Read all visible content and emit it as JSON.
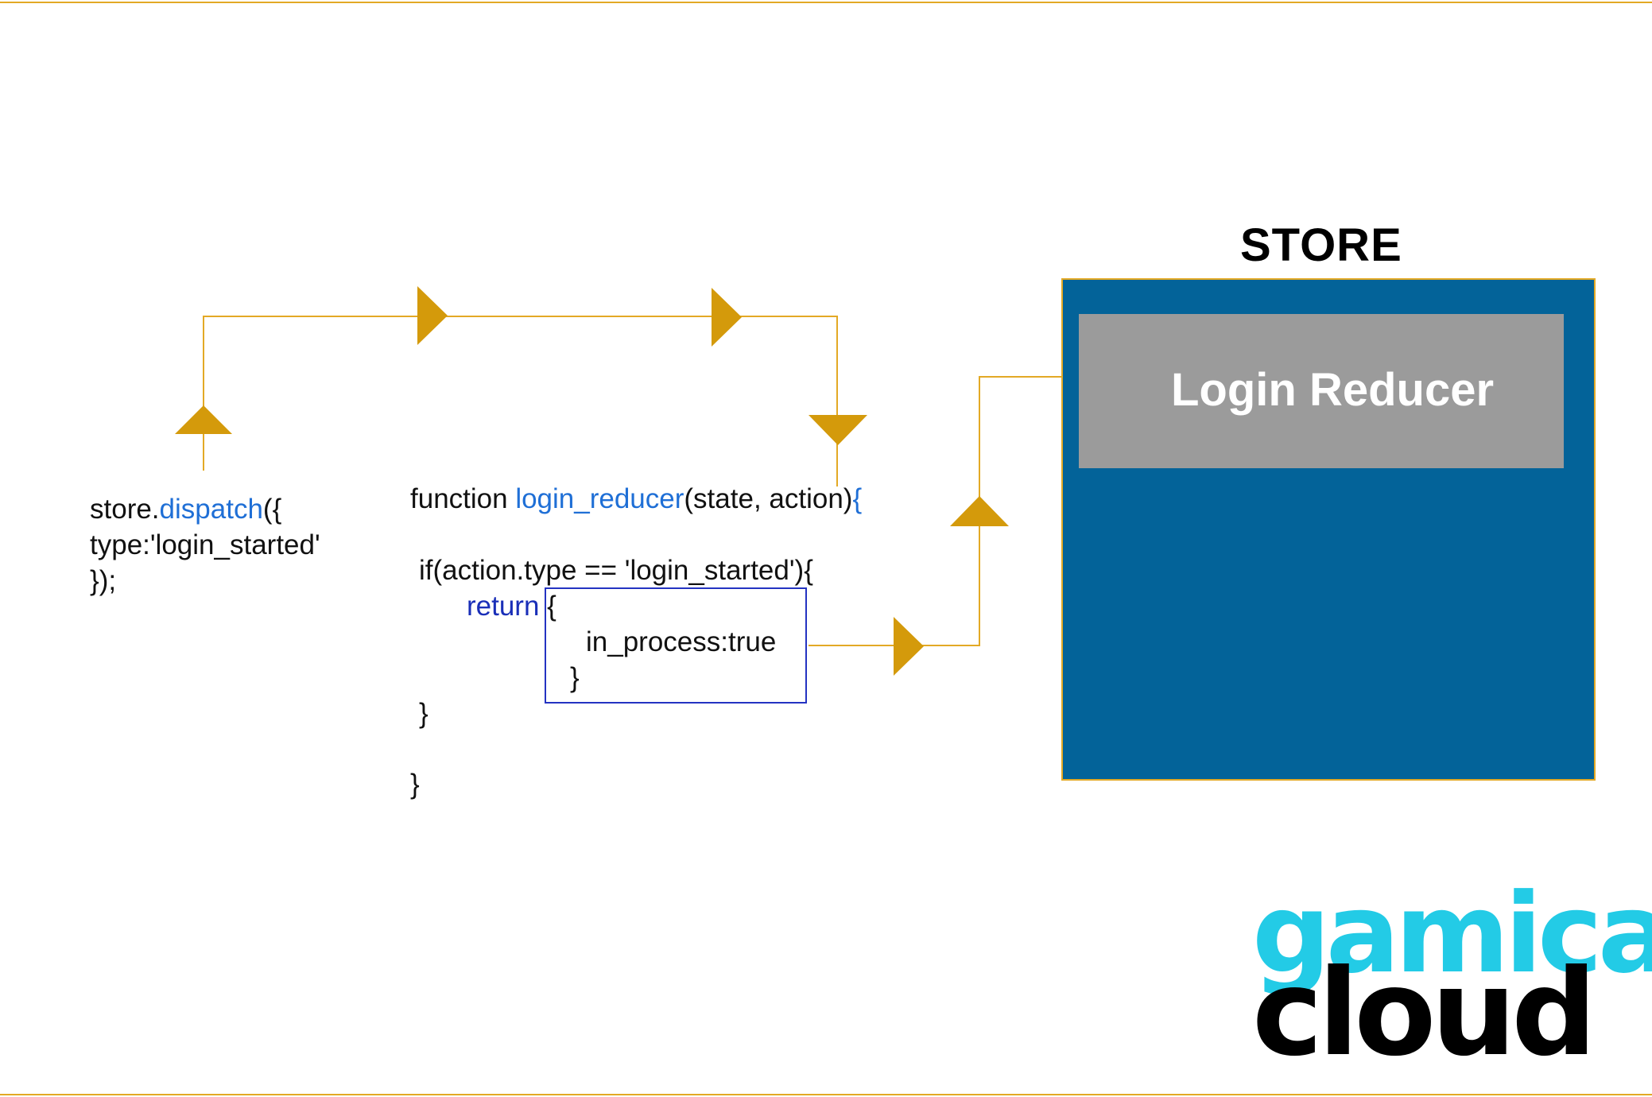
{
  "dispatch_code": {
    "line1_pre": "store.",
    "line1_call": "dispatch",
    "line1_post": "({",
    "line2": "type:'login_started'",
    "line3": "});"
  },
  "reducer_code": {
    "sig_pre": "function ",
    "sig_name": "login_reducer",
    "sig_params": "(state, action)",
    "sig_brace": "{",
    "if_line": "if(action.type == 'login_started'){",
    "return_kw": "return",
    "return_open": "{",
    "return_body": "in_process:true",
    "return_close": "}",
    "if_close": "}",
    "fn_close": "}"
  },
  "store": {
    "title": "STORE",
    "reducer_label": "Login Reducer"
  },
  "logo": {
    "line1": "gamica",
    "line2": "cloud"
  },
  "colors": {
    "connector": "#e3a925",
    "arrowhead": "#d49a0b",
    "store_fill": "#036399",
    "reducer_fill": "#9b9b9b",
    "keyword": "#1f6fd6",
    "return_keyword": "#1a2fb8",
    "return_box_border": "#2433c2",
    "logo_accent": "#23cbe6"
  }
}
